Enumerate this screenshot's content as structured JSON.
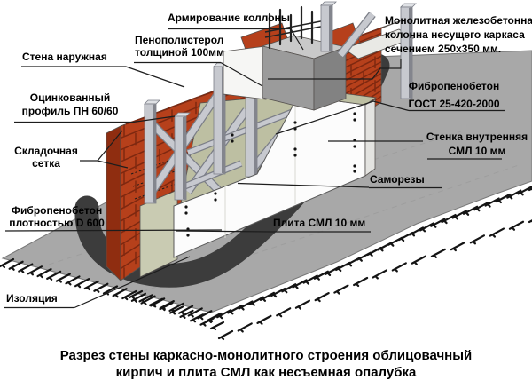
{
  "labels": {
    "column_reinforcement": {
      "line1": "Армирование коллоны"
    },
    "polystyrene": {
      "line1": "Пенополистерол",
      "line2": "толщиной 100мм"
    },
    "outer_wall": {
      "line1": "Стена наружная"
    },
    "galvanized_profile": {
      "line1": "Оцинкованный",
      "line2": "профиль ПН 60/60"
    },
    "folding_mesh": {
      "line1": "Складочная",
      "line2": "сетка"
    },
    "fibro_density": {
      "line1": "Фибропенобетон",
      "line2": "плотностью D 600"
    },
    "insulation": {
      "line1": "Изоляция"
    },
    "monolithic_column": {
      "line1": "Монолитная железобетонная",
      "line2": "колонна несущего каркаса",
      "line3": "сечением 250x350 мм."
    },
    "fibro_gost": {
      "line1": "Фибропенобетон",
      "line2": "ГОСТ 25-420-2000"
    },
    "inner_wall": {
      "line1": "Стенка внутренняя",
      "line2": "СМЛ 10 мм"
    },
    "screws": {
      "line1": "Саморезы"
    },
    "sml_plate": {
      "line1": "Плита СМЛ 10 мм"
    }
  },
  "caption": {
    "line1": "Разрез стены каркасно-монолитного строения облицовачный",
    "line2": "кирпич и плита СМЛ как несъемная опалубка"
  },
  "colors": {
    "slab": "#a8a8a8",
    "shadow": "#3c3c3c",
    "brick": "#b6401b",
    "brick_top": "#d8744a",
    "brick_dark": "#8f2d10",
    "fibro": "#bdbfa2",
    "fibro_light": "#c9cbb2",
    "sml": "#fcfcfc",
    "concrete": "#9b9b9b",
    "concrete_dark": "#828282",
    "concrete_top": "#c9c9c9",
    "steel": "#c7c9cf",
    "steel_dark": "#83858d",
    "text": "#000000"
  }
}
